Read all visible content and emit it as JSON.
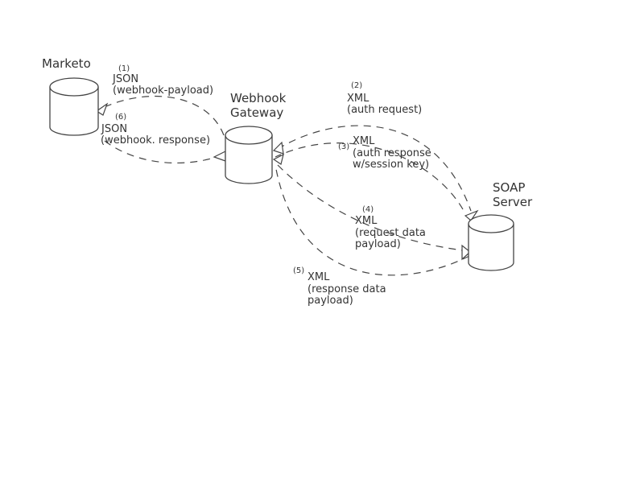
{
  "nodes": {
    "marketo": {
      "title": "Marketo"
    },
    "gateway": {
      "title_line1": "Webhook",
      "title_line2": "Gateway"
    },
    "soap": {
      "title_line1": "SOAP",
      "title_line2": "Server"
    }
  },
  "edges": [
    {
      "step": "(1)",
      "format": "JSON",
      "desc": "(webhook-payload)"
    },
    {
      "step": "(2)",
      "format": "XML",
      "desc": "(auth request)"
    },
    {
      "step": "(3)",
      "format": "XML",
      "desc": "(auth response",
      "desc2": "w/session key)"
    },
    {
      "step": "(4)",
      "format": "XML",
      "desc": "(request data",
      "desc2": "payload)"
    },
    {
      "step": "(5)",
      "format": "XML",
      "desc": "(response data",
      "desc2": "payload)"
    },
    {
      "step": "(6)",
      "format": "JSON",
      "desc": "(webhook. response)"
    }
  ]
}
